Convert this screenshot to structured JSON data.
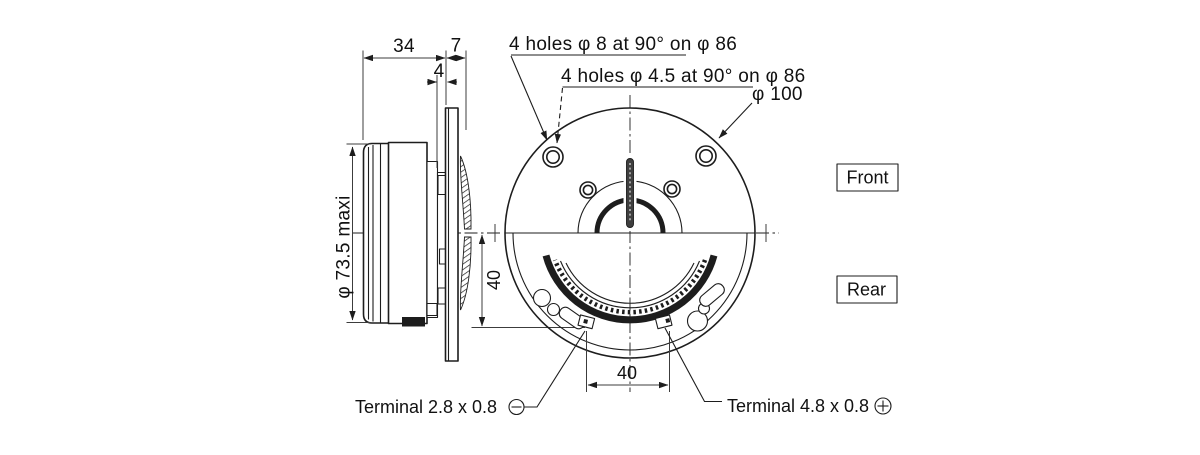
{
  "theme": {
    "background": "#ffffff",
    "line_color": "#1d1d1d",
    "dim_color": "#3c3c3c",
    "text_color": "#111111",
    "slot_fill": "#3f3f3f"
  },
  "drawing": {
    "kind": "mechanical-drawing",
    "side_view": {
      "dim_34": "34",
      "dim_7": "7",
      "dim_4": "4",
      "dia_max": "φ 73.5 maxi",
      "dim_40_vertical": "40"
    },
    "front_rear_view": {
      "label_holes_8": "4 holes φ 8 at 90° on φ 86",
      "label_holes_45": "4 holes φ 4.5 at 90° on φ 86",
      "label_dia_100": "φ 100",
      "front_tag": "Front",
      "rear_tag": "Rear",
      "dim_40_bottom": "40",
      "terminal_negative": "Terminal 2.8 x 0.8",
      "terminal_positive": "Terminal 4.8 x 0.8",
      "negative_symbol": "circle-minus",
      "positive_symbol": "circle-plus"
    }
  }
}
